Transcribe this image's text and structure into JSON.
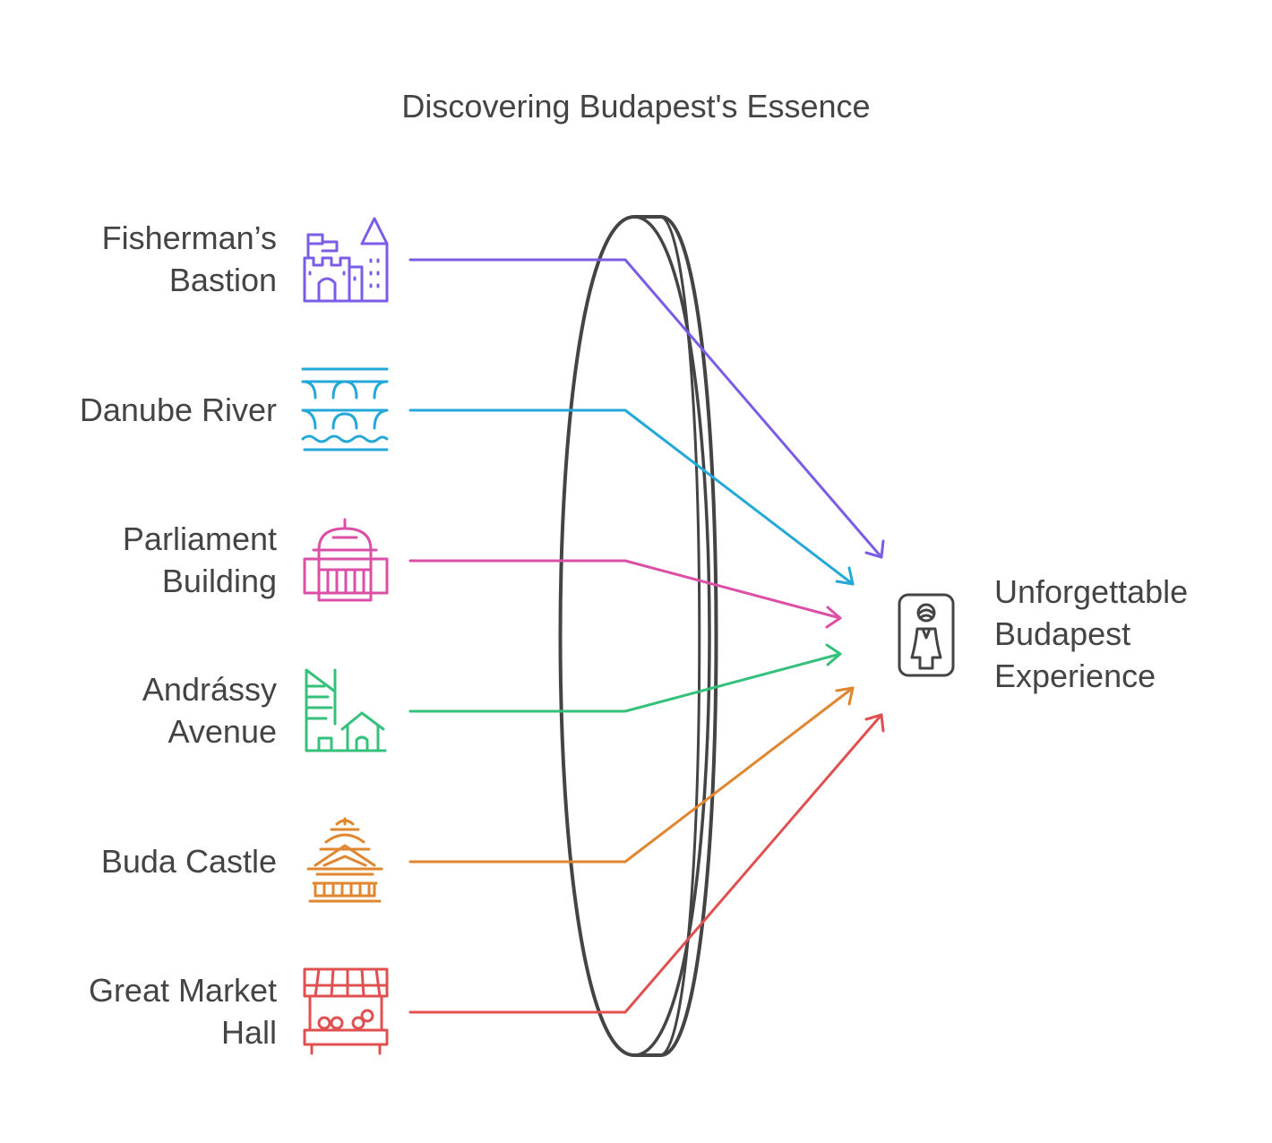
{
  "title": "Discovering Budapest's Essence",
  "sources": [
    {
      "lines": [
        "Fisherman’s",
        "Bastion"
      ],
      "icon": "castle-flag-icon",
      "color": "#7b5ce6"
    },
    {
      "lines": [
        "Danube River"
      ],
      "icon": "bridge-river-icon",
      "color": "#24a8d8"
    },
    {
      "lines": [
        "Parliament",
        "Building"
      ],
      "icon": "parliament-dome-icon",
      "color": "#db4fa6"
    },
    {
      "lines": [
        "Andrássy",
        "Avenue"
      ],
      "icon": "buildings-house-icon",
      "color": "#35c17b"
    },
    {
      "lines": [
        "Buda Castle"
      ],
      "icon": "pagoda-castle-icon",
      "color": "#e0862f"
    },
    {
      "lines": [
        "Great Market",
        "Hall"
      ],
      "icon": "market-stall-icon",
      "color": "#e05050"
    }
  ],
  "output": {
    "lines": [
      "Unforgettable",
      "Budapest",
      "Experience"
    ],
    "icon": "traveler-person-icon",
    "color": "#444444"
  },
  "lens": {
    "name": "lens-icon",
    "color": "#444444"
  }
}
